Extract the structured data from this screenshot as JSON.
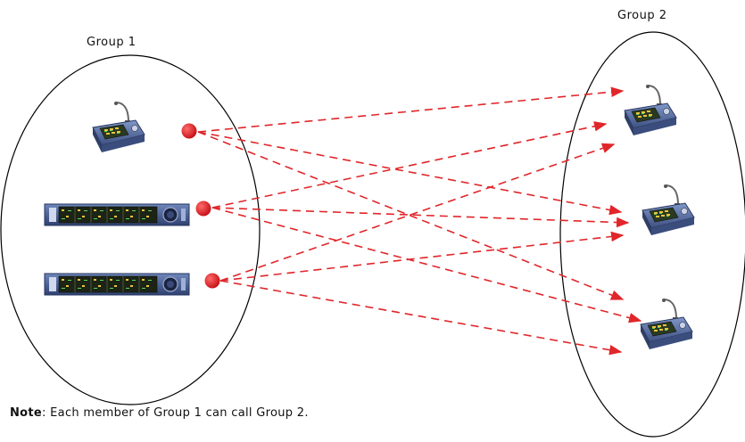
{
  "groups": {
    "group1": {
      "label": "Group 1"
    },
    "group2": {
      "label": "Group 2"
    }
  },
  "note": {
    "prefix": "Note",
    "text": ": Each member of Group 1 can call Group 2."
  },
  "colors": {
    "arrow": "#e0262a",
    "ellipse": "#000000",
    "device_body": "#4a6196",
    "screen": "#2a3a22"
  },
  "icons": {
    "desk_station": "desk-microphone-station-icon",
    "rack_unit": "rack-mount-unit-icon",
    "call_origin": "call-origin-dot-icon"
  }
}
